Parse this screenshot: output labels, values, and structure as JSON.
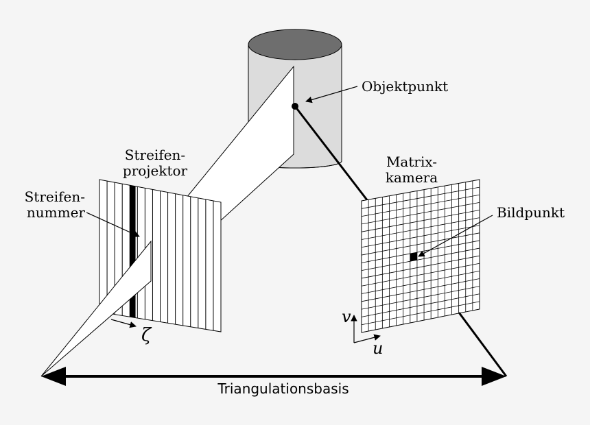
{
  "labels": {
    "objektpunkt": "Objektpunkt",
    "streifenprojektor_1": "Streifen-",
    "streifenprojektor_2": "projektor",
    "streifennummer_1": "Streifen-",
    "streifennummer_2": "nummer",
    "matrixkamera_1": "Matrix-",
    "matrixkamera_2": "kamera",
    "bildpunkt": "Bildpunkt",
    "zeta": "ζ",
    "axis_v": "v",
    "axis_u": "u",
    "baseline": "Triangulationsbasis"
  },
  "colors": {
    "background": "#f5f5f5",
    "cylinder_side": "#dcdcdc",
    "cylinder_top": "#6e6e6e",
    "stroke": "#000000",
    "fill_white": "#ffffff"
  }
}
